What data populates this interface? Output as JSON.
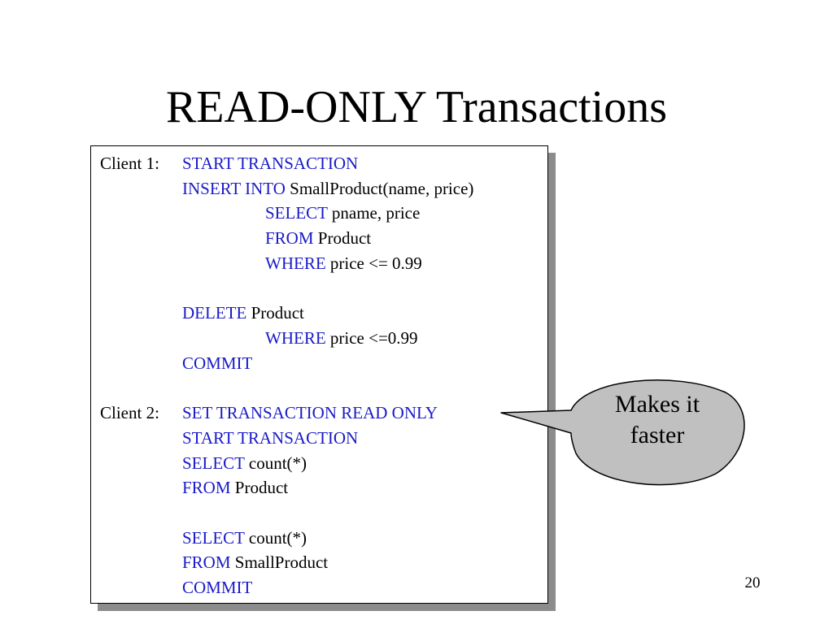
{
  "slide": {
    "title": "READ-ONLY Transactions",
    "page_number": "20"
  },
  "code": {
    "client1_label": "Client 1:",
    "client2_label": "Client 2:",
    "lines": [
      {
        "kw": "START TRANSACTION",
        "text": ""
      },
      {
        "kw": "INSERT INTO",
        "text": " SmallProduct(name, price)"
      },
      {
        "kw": "SELECT",
        "text": " pname, price"
      },
      {
        "kw": "FROM",
        "text": " Product"
      },
      {
        "kw": "WHERE",
        "text": " price <= 0.99"
      },
      {
        "kw": "DELETE",
        "text": " Product"
      },
      {
        "kw": "WHERE",
        "text": " price <=0.99"
      },
      {
        "kw": "COMMIT",
        "text": ""
      },
      {
        "kw": "SET TRANSACTION READ ONLY",
        "text": ""
      },
      {
        "kw": "START TRANSACTION",
        "text": ""
      },
      {
        "kw": "SELECT",
        "text": " count(*)"
      },
      {
        "kw": "FROM",
        "text": " Product"
      },
      {
        "kw": "SELECT",
        "text": " count(*)"
      },
      {
        "kw": "FROM",
        "text": " SmallProduct"
      },
      {
        "kw": "COMMIT",
        "text": ""
      }
    ]
  },
  "callout": {
    "line1": "Makes it",
    "line2": "faster"
  },
  "colors": {
    "keyword": "#1a1ac8",
    "callout_fill": "#c0c0c0",
    "box_shadow": "#8c8c8c"
  }
}
